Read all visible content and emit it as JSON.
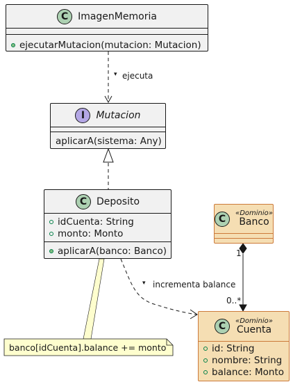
{
  "classes": {
    "imagen_memoria": {
      "icon": "C",
      "name": "ImagenMemoria",
      "methods": [
        "ejecutarMutacion(mutacion: Mutacion)"
      ]
    },
    "mutacion": {
      "icon": "I",
      "name": "Mutacion",
      "methods": [
        "aplicarA(sistema: Any)"
      ]
    },
    "deposito": {
      "icon": "C",
      "name": "Deposito",
      "fields": [
        "idCuenta: String",
        "monto: Monto"
      ],
      "methods": [
        "aplicarA(banco: Banco)"
      ]
    },
    "banco": {
      "icon": "C",
      "stereotype": "«Dominio»",
      "name": "Banco"
    },
    "cuenta": {
      "icon": "C",
      "stereotype": "«Dominio»",
      "name": "Cuenta",
      "fields": [
        "id: String",
        "nombre: String",
        "balance: Monto"
      ]
    }
  },
  "relations": {
    "ejecuta": {
      "label": "ejecuta",
      "arrow_glyph": "▾"
    },
    "incrementa": {
      "label": "incrementa balance",
      "arrow_glyph": "▾"
    },
    "composition": {
      "source_mult": "1",
      "target_mult": "0..*"
    }
  },
  "note": {
    "text": "banco[idCuenta].balance += monto"
  },
  "colors": {
    "class_bg": "#f1f1f1",
    "class_border": "#181818",
    "domain_bg": "#f5deb3",
    "domain_border": "#cc7a3a",
    "class_icon": "#add1b2",
    "interface_icon": "#b4a7e5",
    "note_bg": "#fefece",
    "visibility_public": "#84be84"
  }
}
